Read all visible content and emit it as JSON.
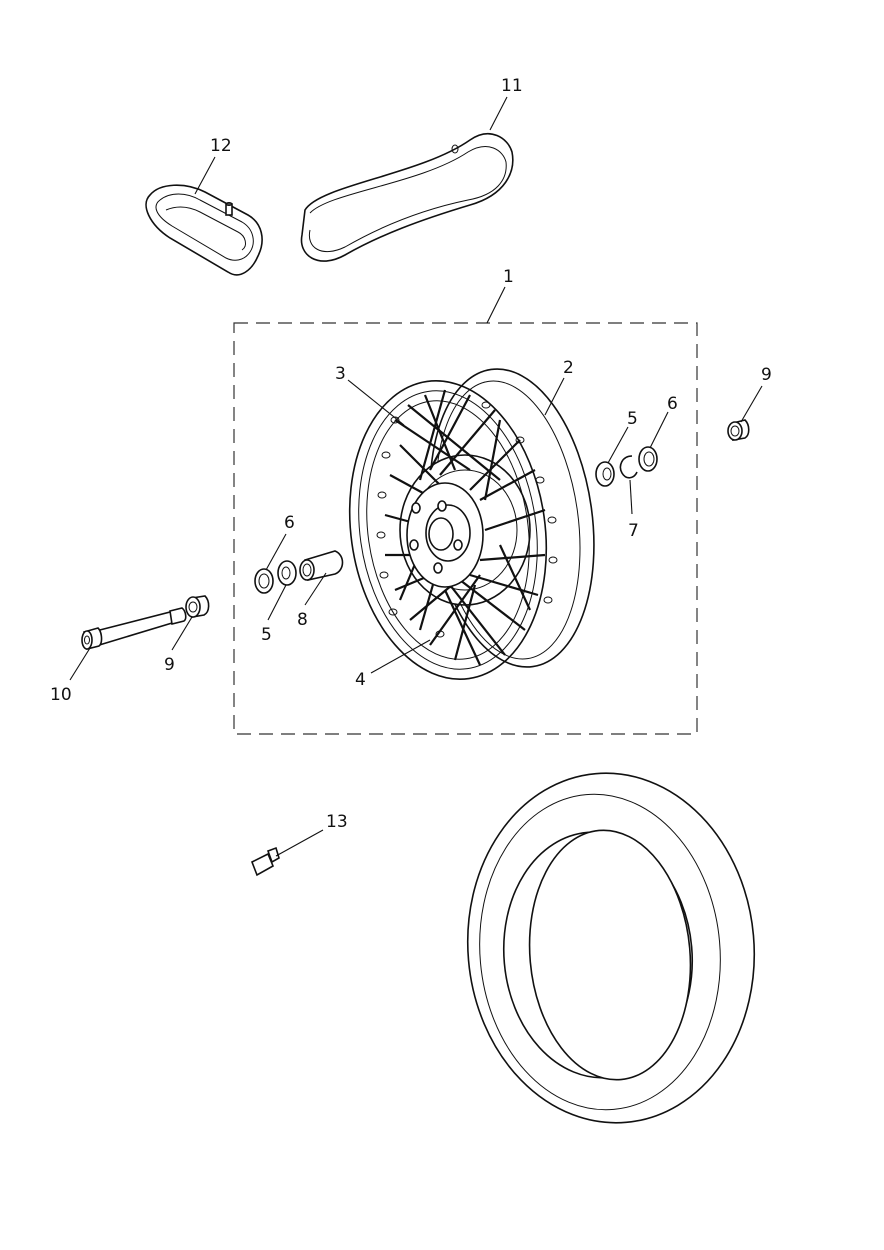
{
  "callouts": {
    "c1": "1",
    "c2": "2",
    "c3": "3",
    "c4": "4",
    "c5a": "5",
    "c5b": "5",
    "c6a": "6",
    "c6b": "6",
    "c7": "7",
    "c8": "8",
    "c9a": "9",
    "c9b": "9",
    "c10": "10",
    "c11": "11",
    "c12": "12",
    "c13": "13"
  }
}
